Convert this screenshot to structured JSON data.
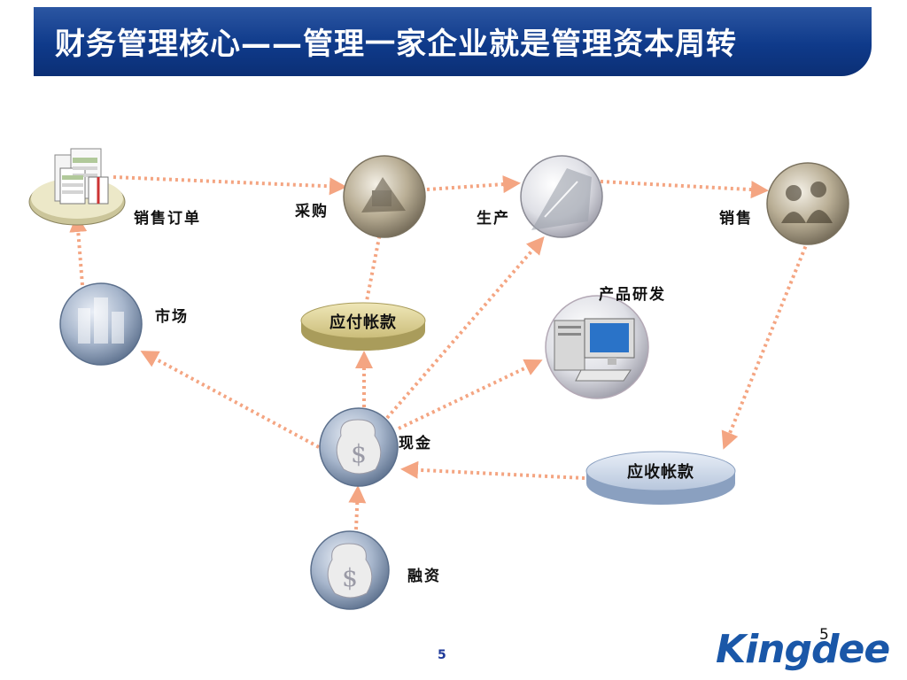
{
  "title": "财务管理核心——管理一家企业就是管理资本周转",
  "nodes": {
    "sales_order": "销售订单",
    "purchase": "采购",
    "production": "生产",
    "sales": "销售",
    "market": "市场",
    "accounts_payable": "应付帐款",
    "rnd": "产品研发",
    "cash": "现金",
    "accounts_receivable": "应收帐款",
    "financing": "融资"
  },
  "icons": {
    "sales_order": "spreadsheet-pages-icon",
    "purchase": "warehouse-photo-icon",
    "production": "factory-building-icon",
    "sales": "meeting-people-icon",
    "market": "office-buildings-icon",
    "rnd": "computer-icon",
    "cash": "money-bag-icon",
    "financing": "money-bag-icon"
  },
  "footer": {
    "page_center": "5",
    "page_right": "5",
    "logo_text": "Kingdee"
  },
  "colors": {
    "title_bar": "#0f3a8a",
    "arrow": "#f4a582",
    "logo": "#1a57a8",
    "payable_disk": "#d9cf93",
    "receivable_disk": "#c9d6e8"
  }
}
